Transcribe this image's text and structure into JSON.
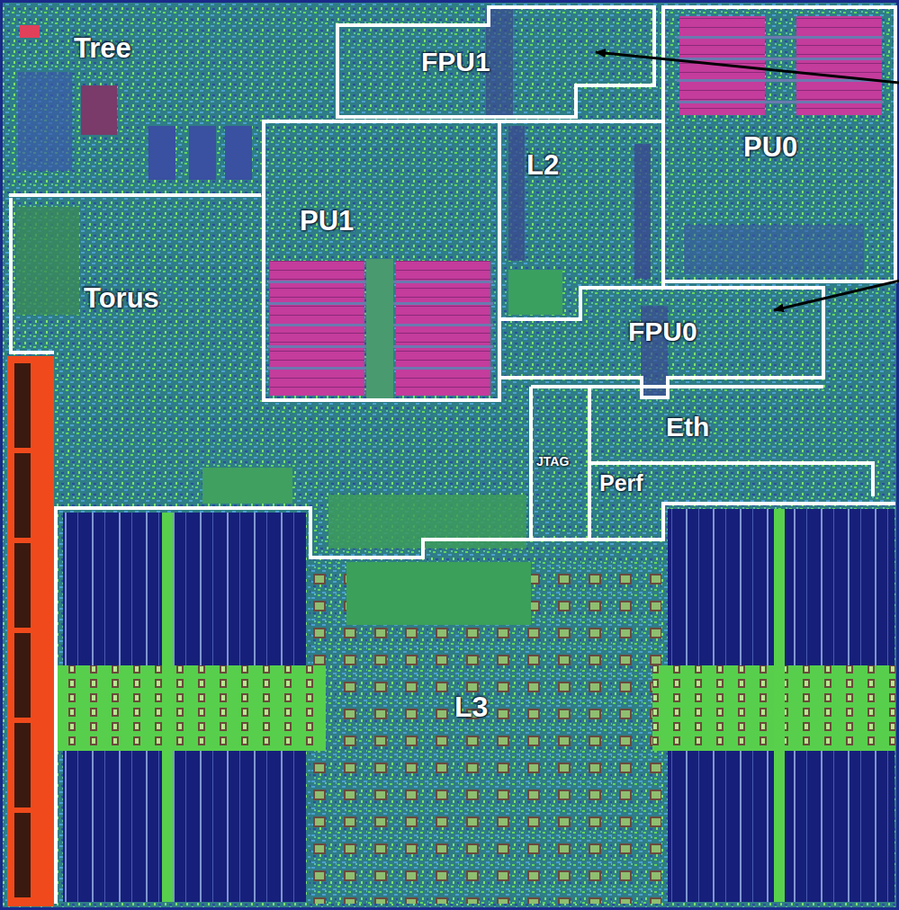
{
  "diagram": {
    "nodes": [
      {
        "text": [
          "Tree"
        ]
      },
      {
        "text": [
          "FPU1"
        ]
      },
      {
        "text": [
          "PU0"
        ]
      },
      {
        "text": [
          "PU1"
        ]
      },
      {
        "text": [
          "L2"
        ]
      },
      {
        "text": [
          "Torus"
        ]
      },
      {
        "text": [
          "FPU0"
        ]
      },
      {
        "text": [
          "Eth"
        ]
      },
      {
        "text": [
          "JTAG"
        ]
      },
      {
        "text": [
          "Perf"
        ]
      },
      {
        "text": [
          "L3"
        ]
      }
    ]
  }
}
